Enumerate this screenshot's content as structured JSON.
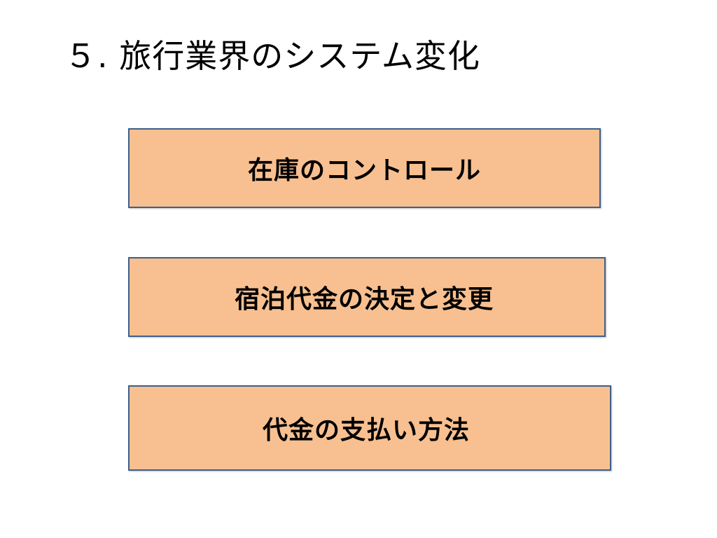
{
  "slide": {
    "title": "５. 旅行業界のシステム変化",
    "topics": [
      {
        "label": "在庫のコントロール"
      },
      {
        "label": "宿泊代金の決定と変更"
      },
      {
        "label": "代金の支払い方法"
      }
    ],
    "colors": {
      "box_fill": "#f8c090",
      "box_border": "#3f5f8a",
      "background": "#ffffff",
      "text": "#000000"
    }
  }
}
